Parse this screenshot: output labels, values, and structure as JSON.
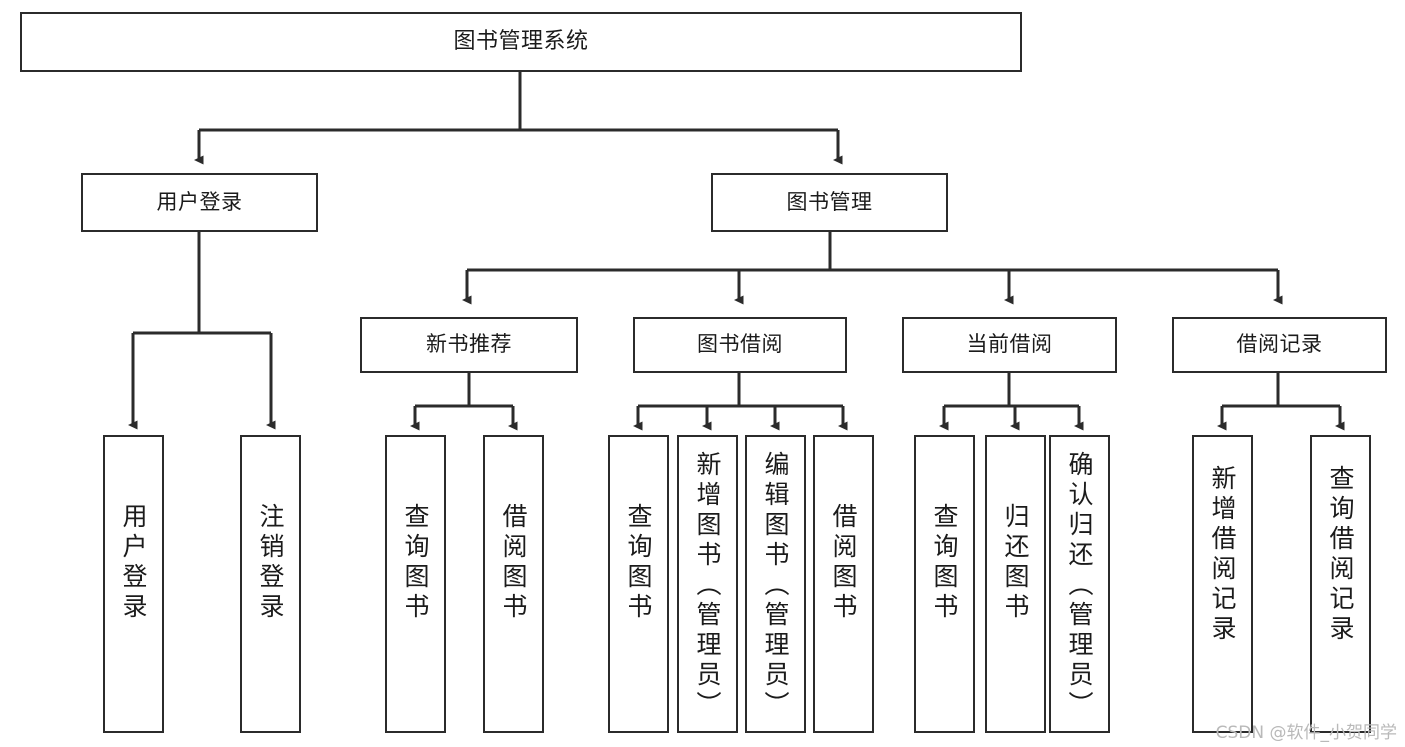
{
  "diagram": {
    "title": "图书管理系统",
    "type": "tree",
    "root": {
      "id": "root",
      "label": "图书管理系统"
    },
    "level1": [
      {
        "id": "user-login",
        "label": "用户登录"
      },
      {
        "id": "book-manage",
        "label": "图书管理"
      }
    ],
    "level2": [
      {
        "id": "new-book-rec",
        "label": "新书推荐",
        "parent": "book-manage"
      },
      {
        "id": "book-borrow",
        "label": "图书借阅",
        "parent": "book-manage"
      },
      {
        "id": "current-borrow",
        "label": "当前借阅",
        "parent": "book-manage"
      },
      {
        "id": "borrow-record",
        "label": "借阅记录",
        "parent": "book-manage"
      }
    ],
    "leaves": [
      {
        "id": "leaf-user-login",
        "label": "用户登录",
        "parent": "user-login"
      },
      {
        "id": "leaf-user-logout",
        "label": "注销登录",
        "parent": "user-login"
      },
      {
        "id": "leaf-query-book-1",
        "label": "查询图书",
        "parent": "new-book-rec"
      },
      {
        "id": "leaf-borrow-book-1",
        "label": "借阅图书",
        "parent": "new-book-rec"
      },
      {
        "id": "leaf-query-book-2",
        "label": "查询图书",
        "parent": "book-borrow"
      },
      {
        "id": "leaf-add-book",
        "label": "新增图书（管理员）",
        "parent": "book-borrow"
      },
      {
        "id": "leaf-edit-book",
        "label": "编辑图书（管理员）",
        "parent": "book-borrow"
      },
      {
        "id": "leaf-borrow-book-2",
        "label": "借阅图书",
        "parent": "book-borrow"
      },
      {
        "id": "leaf-query-book-3",
        "label": "查询图书",
        "parent": "current-borrow"
      },
      {
        "id": "leaf-return-book",
        "label": "归还图书",
        "parent": "current-borrow"
      },
      {
        "id": "leaf-confirm-return",
        "label": "确认归还（管理员）",
        "parent": "current-borrow"
      },
      {
        "id": "leaf-add-record",
        "label": "新增借阅记录",
        "parent": "borrow-record"
      },
      {
        "id": "leaf-query-record",
        "label": "查询借阅记录",
        "parent": "borrow-record"
      }
    ],
    "colors": {
      "stroke": "#2b2b2b",
      "fill": "#ffffff",
      "text": "#1b1b1b",
      "watermark": "#b9b9b9"
    }
  },
  "watermark": {
    "text": "CSDN @软件_小贺同学"
  }
}
